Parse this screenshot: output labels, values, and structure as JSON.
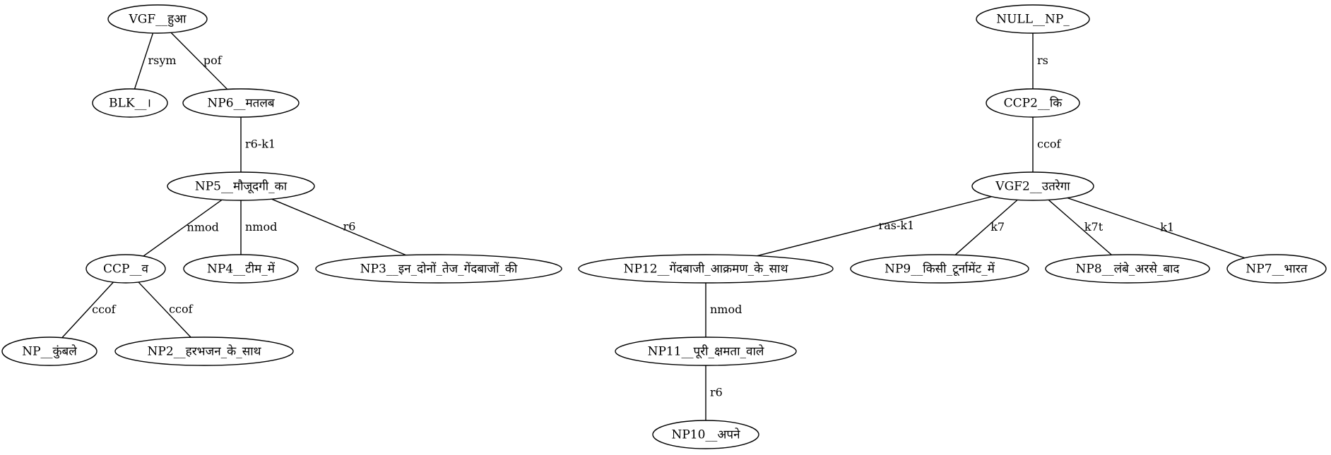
{
  "diagram": {
    "type": "dependency-tree",
    "nodes": [
      {
        "id": "vgf",
        "label": "VGF__हुआ"
      },
      {
        "id": "blk",
        "label": "BLK__।"
      },
      {
        "id": "np6",
        "label": "NP6__मतलब"
      },
      {
        "id": "np5",
        "label": "NP5__मौजूदगी_का"
      },
      {
        "id": "ccp",
        "label": "CCP__व"
      },
      {
        "id": "np4",
        "label": "NP4__टीम_में"
      },
      {
        "id": "np3",
        "label": "NP3__इन_दोनों_तेज_गेंदबाजों_की"
      },
      {
        "id": "np",
        "label": "NP__कुंबले"
      },
      {
        "id": "np2",
        "label": "NP2__हरभजन_के_साथ"
      },
      {
        "id": "null",
        "label": "NULL__NP_"
      },
      {
        "id": "ccp2",
        "label": "CCP2__कि"
      },
      {
        "id": "vgf2",
        "label": "VGF2__उतरेगा"
      },
      {
        "id": "np12",
        "label": "NP12__गेंदबाजी_आक्रमण_के_साथ"
      },
      {
        "id": "np9",
        "label": "NP9__किसी_टूर्नामेंट_में"
      },
      {
        "id": "np8",
        "label": "NP8__लंबे_अरसे_बाद"
      },
      {
        "id": "np7",
        "label": "NP7__भारत"
      },
      {
        "id": "np11",
        "label": "NP11__पूरी_क्षमता_वाले"
      },
      {
        "id": "np10",
        "label": "NP10__अपने"
      }
    ],
    "edges": [
      {
        "from": "vgf",
        "to": "blk",
        "label": "rsym"
      },
      {
        "from": "vgf",
        "to": "np6",
        "label": "pof"
      },
      {
        "from": "np6",
        "to": "np5",
        "label": "r6-k1"
      },
      {
        "from": "np5",
        "to": "ccp",
        "label": "nmod"
      },
      {
        "from": "np5",
        "to": "np4",
        "label": "nmod"
      },
      {
        "from": "np5",
        "to": "np3",
        "label": "r6"
      },
      {
        "from": "ccp",
        "to": "np",
        "label": "ccof"
      },
      {
        "from": "ccp",
        "to": "np2",
        "label": "ccof"
      },
      {
        "from": "null",
        "to": "ccp2",
        "label": "rs"
      },
      {
        "from": "ccp2",
        "to": "vgf2",
        "label": "ccof"
      },
      {
        "from": "vgf2",
        "to": "np12",
        "label": "ras-k1"
      },
      {
        "from": "vgf2",
        "to": "np9",
        "label": "k7"
      },
      {
        "from": "vgf2",
        "to": "np8",
        "label": "k7t"
      },
      {
        "from": "vgf2",
        "to": "np7",
        "label": "k1"
      },
      {
        "from": "np12",
        "to": "np11",
        "label": "nmod"
      },
      {
        "from": "np11",
        "to": "np10",
        "label": "r6"
      }
    ]
  }
}
